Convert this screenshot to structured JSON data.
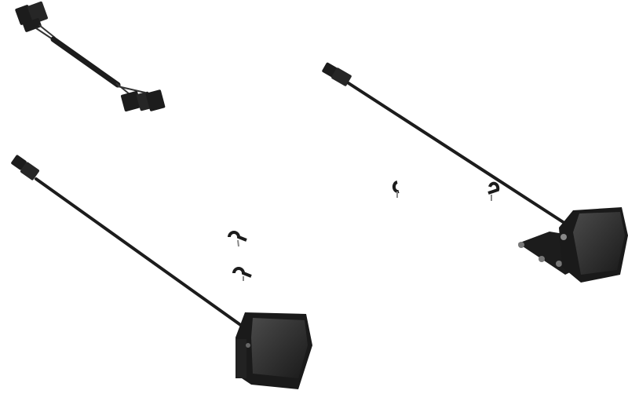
{
  "image": {
    "background_color": "#ffffff",
    "part_color": "#1c1c1c",
    "cable_color": "#222222",
    "lens_color": "#3a3a3a",
    "parts": [
      {
        "name": "wiring-harness",
        "count": 1
      },
      {
        "name": "light-with-cable",
        "count": 2
      },
      {
        "name": "cable-clip",
        "count": 4
      }
    ]
  }
}
